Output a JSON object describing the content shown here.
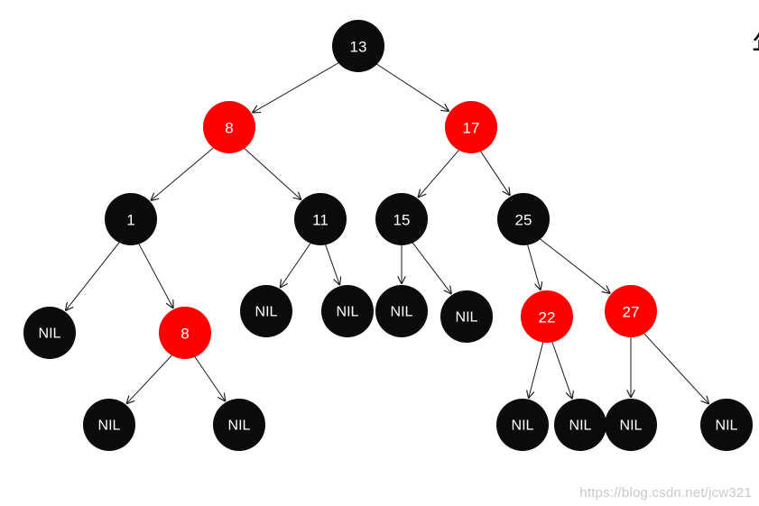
{
  "tree": {
    "nodes": [
      {
        "id": "n13",
        "label": "13",
        "color": "black"
      },
      {
        "id": "n8a",
        "label": "8",
        "color": "red"
      },
      {
        "id": "n17",
        "label": "17",
        "color": "red"
      },
      {
        "id": "n1",
        "label": "1",
        "color": "black"
      },
      {
        "id": "n11",
        "label": "11",
        "color": "black"
      },
      {
        "id": "n15",
        "label": "15",
        "color": "black"
      },
      {
        "id": "n25",
        "label": "25",
        "color": "black"
      },
      {
        "id": "nil1",
        "label": "NIL",
        "color": "black"
      },
      {
        "id": "n8b",
        "label": "8",
        "color": "red"
      },
      {
        "id": "nil2",
        "label": "NIL",
        "color": "black"
      },
      {
        "id": "nil3",
        "label": "NIL",
        "color": "black"
      },
      {
        "id": "nil4",
        "label": "NIL",
        "color": "black"
      },
      {
        "id": "nil5",
        "label": "NIL",
        "color": "black"
      },
      {
        "id": "n22",
        "label": "22",
        "color": "red"
      },
      {
        "id": "n27",
        "label": "27",
        "color": "red"
      },
      {
        "id": "nil6",
        "label": "NIL",
        "color": "black"
      },
      {
        "id": "nil7",
        "label": "NIL",
        "color": "black"
      },
      {
        "id": "nil8",
        "label": "NIL",
        "color": "black"
      },
      {
        "id": "nil9",
        "label": "NIL",
        "color": "black"
      },
      {
        "id": "nil10",
        "label": "NIL",
        "color": "black"
      },
      {
        "id": "nil11",
        "label": "NIL",
        "color": "black"
      }
    ],
    "edges": [
      [
        "n13",
        "n8a"
      ],
      [
        "n13",
        "n17"
      ],
      [
        "n8a",
        "n1"
      ],
      [
        "n8a",
        "n11"
      ],
      [
        "n17",
        "n15"
      ],
      [
        "n17",
        "n25"
      ],
      [
        "n1",
        "nil1"
      ],
      [
        "n1",
        "n8b"
      ],
      [
        "n11",
        "nil2"
      ],
      [
        "n11",
        "nil3"
      ],
      [
        "n15",
        "nil4"
      ],
      [
        "n15",
        "nil5"
      ],
      [
        "n25",
        "n22"
      ],
      [
        "n25",
        "n27"
      ],
      [
        "n8b",
        "nil6"
      ],
      [
        "n8b",
        "nil7"
      ],
      [
        "n22",
        "nil8"
      ],
      [
        "n22",
        "nil9"
      ],
      [
        "n27",
        "nil10"
      ],
      [
        "n27",
        "nil11"
      ]
    ]
  },
  "colors": {
    "black": "#0b0b0b",
    "red": "#fe0000",
    "edge": "#1a1a1a",
    "label": "#ffffff"
  },
  "watermark": "https://blog.csdn.net/jcw321"
}
